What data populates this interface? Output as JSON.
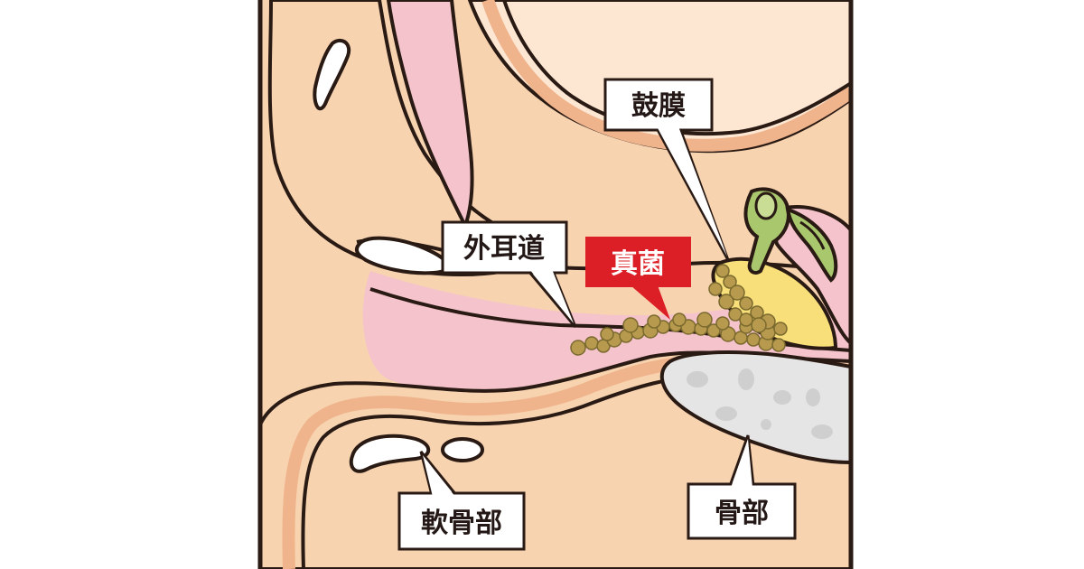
{
  "labels": {
    "eardrum": "鼓膜",
    "ear_canal": "外耳道",
    "fungus": "真菌",
    "cartilage": "軟骨部",
    "bone": "骨部"
  },
  "colors": {
    "skin": "#f7d3b0",
    "skin_light": "#fde7d3",
    "skin_stroke": "#2a1a14",
    "canal_pink": "#f5c3cc",
    "bone_gray": "#e5e5e5",
    "fungus": "#b89a4e",
    "eardrum_yellow": "#f9df7a",
    "ossicle_green": "#a9c86e",
    "fungus_label_bg": "#dc1f26",
    "label_bg": "#ffffff",
    "label_text": "#231815",
    "fungus_label_text": "#ffffff"
  }
}
